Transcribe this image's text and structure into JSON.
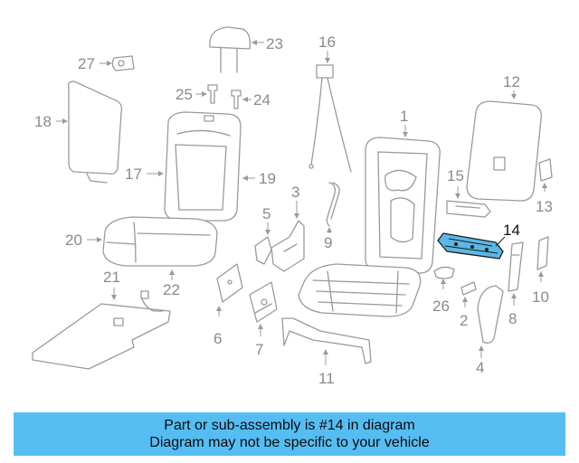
{
  "labels": {
    "l1": "1",
    "l2": "2",
    "l3": "3",
    "l4": "4",
    "l5": "5",
    "l6": "6",
    "l7": "7",
    "l8": "8",
    "l9": "9",
    "l10": "10",
    "l11": "11",
    "l12": "12",
    "l13": "13",
    "l14": "14",
    "l15": "15",
    "l16": "16",
    "l17": "17",
    "l18": "18",
    "l19": "19",
    "l20": "20",
    "l21": "21",
    "l22": "22",
    "l23": "23",
    "l24": "24",
    "l25": "25",
    "l26": "26",
    "l27": "27"
  },
  "highlight": {
    "part": "14",
    "color": "#5bb8e6"
  },
  "banner": {
    "line1": "Part or sub-assembly is #14 in diagram",
    "line2": "Diagram may not be specific to your vehicle",
    "color": "#56bdf3"
  }
}
